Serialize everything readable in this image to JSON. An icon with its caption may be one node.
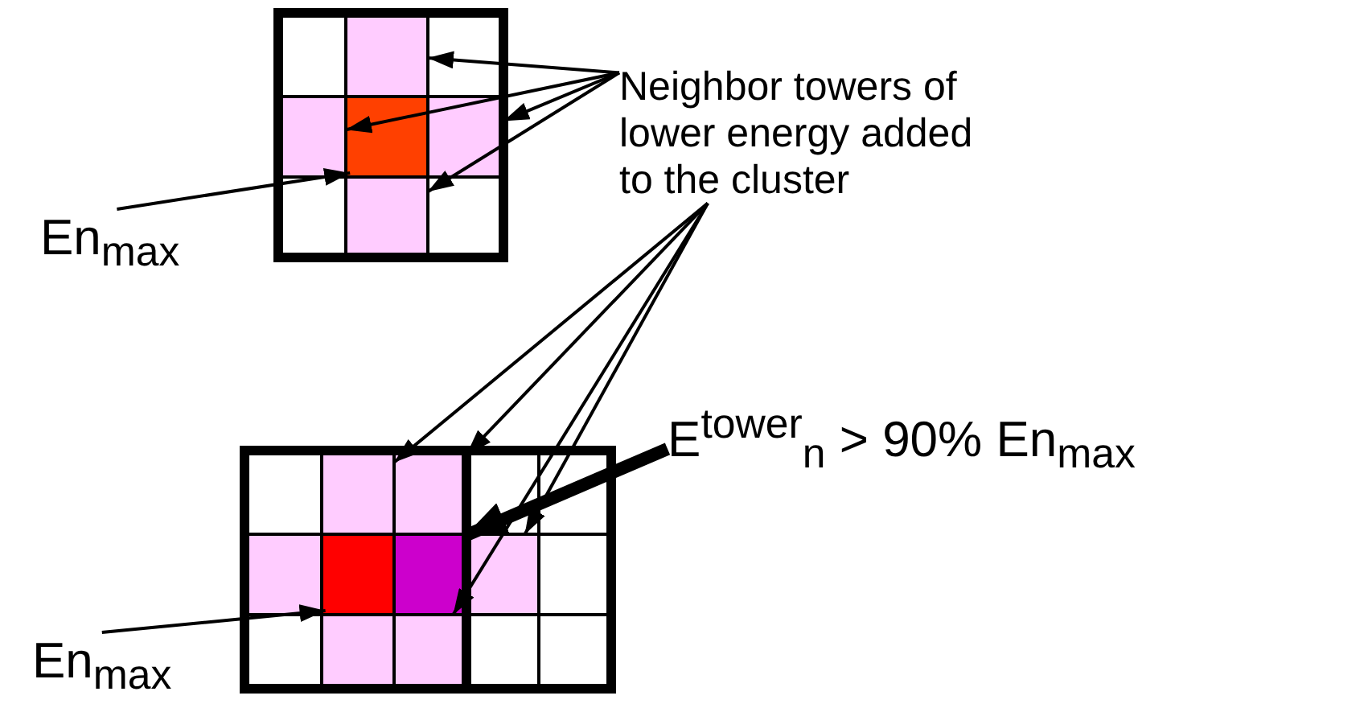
{
  "diagram": {
    "nodes": [
      {
        "text": [],
        "shape": "box"
      },
      {
        "text": [],
        "shape": "box"
      },
      {
        "text": [],
        "shape": "box"
      },
      {
        "text": [],
        "shape": "box"
      },
      {
        "text": [],
        "shape": "box"
      },
      {
        "text": [
          "Neighbor towers of lower energy added to the cluster"
        ]
      },
      {
        "text": [
          "En$_{max}$"
        ]
      },
      {
        "text": [],
        "shape": "box"
      },
      {
        "text": [],
        "shape": "box"
      },
      {
        "text": [],
        "shape": "box"
      },
      {
        "text": [],
        "shape": "box"
      },
      {
        "text": [],
        "shape": "box"
      },
      {
        "text": [],
        "shape": "box"
      },
      {
        "text": [
          "E$^{tower}$$_{n}$ > 90% En$_{max}$"
        ]
      },
      {
        "text": [
          "En$_{max}$"
        ]
      }
    ],
    "edges": [
      {
        "from": 5,
        "to": 0,
        "arrow": "to"
      },
      {
        "from": 5,
        "to": 1,
        "arrow": "to"
      },
      {
        "from": 5,
        "to": 3,
        "arrow": "to"
      },
      {
        "from": 5,
        "to": 4,
        "arrow": "to"
      },
      {
        "from": 6,
        "to": 2,
        "arrow": "to"
      },
      {
        "from": 5,
        "to": 7,
        "arrow": "to"
      },
      {
        "from": 5,
        "to": 8,
        "arrow": "to"
      },
      {
        "from": 5,
        "to": 11,
        "arrow": "to"
      },
      {
        "from": 5,
        "to": 12,
        "arrow": "to"
      },
      {
        "from": 13,
        "to": 10,
        "arrow": "to",
        "style": "thick"
      },
      {
        "from": 14,
        "to": 9,
        "arrow": "to"
      }
    ]
  }
}
